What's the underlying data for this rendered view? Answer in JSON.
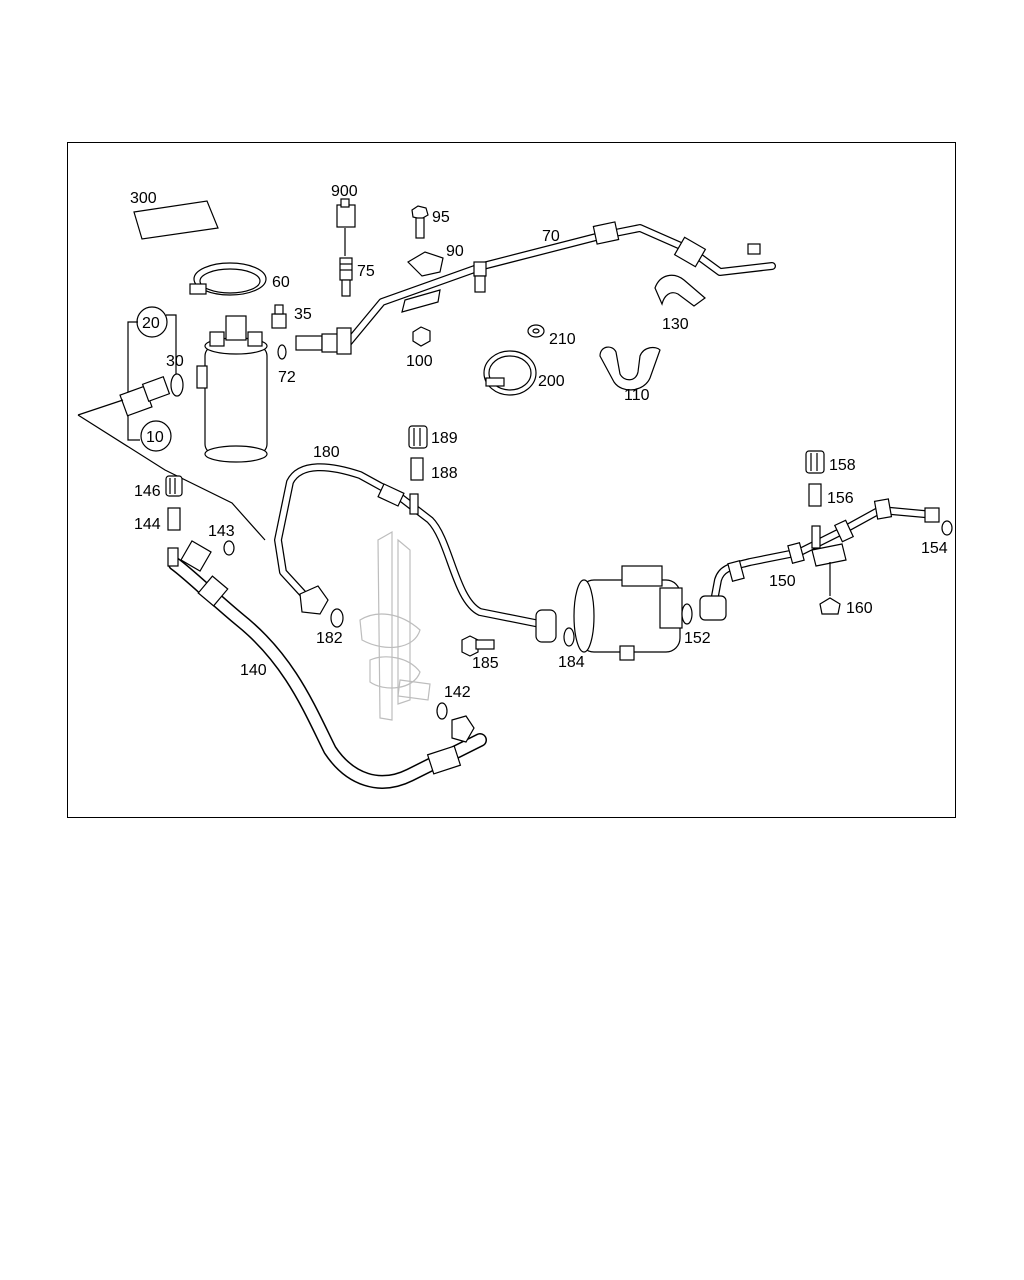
{
  "diagram": {
    "callouts": [
      {
        "id": "c300",
        "text": "300"
      },
      {
        "id": "c900",
        "text": "900"
      },
      {
        "id": "c95",
        "text": "95"
      },
      {
        "id": "c70",
        "text": "70"
      },
      {
        "id": "c90",
        "text": "90"
      },
      {
        "id": "c75",
        "text": "75"
      },
      {
        "id": "c60",
        "text": "60"
      },
      {
        "id": "c35",
        "text": "35"
      },
      {
        "id": "c20",
        "text": "20"
      },
      {
        "id": "c30",
        "text": "30"
      },
      {
        "id": "c72",
        "text": "72"
      },
      {
        "id": "c100",
        "text": "100"
      },
      {
        "id": "c210",
        "text": "210"
      },
      {
        "id": "c200",
        "text": "200"
      },
      {
        "id": "c130",
        "text": "130"
      },
      {
        "id": "c110",
        "text": "110"
      },
      {
        "id": "c10",
        "text": "10"
      },
      {
        "id": "c180",
        "text": "180"
      },
      {
        "id": "c189",
        "text": "189"
      },
      {
        "id": "c188",
        "text": "188"
      },
      {
        "id": "c146",
        "text": "146"
      },
      {
        "id": "c144",
        "text": "144"
      },
      {
        "id": "c143",
        "text": "143"
      },
      {
        "id": "c158",
        "text": "158"
      },
      {
        "id": "c156",
        "text": "156"
      },
      {
        "id": "c154",
        "text": "154"
      },
      {
        "id": "c150",
        "text": "150"
      },
      {
        "id": "c160",
        "text": "160"
      },
      {
        "id": "c182",
        "text": "182"
      },
      {
        "id": "c185",
        "text": "185"
      },
      {
        "id": "c184",
        "text": "184"
      },
      {
        "id": "c152",
        "text": "152"
      },
      {
        "id": "c140",
        "text": "140"
      },
      {
        "id": "c142",
        "text": "142"
      }
    ]
  }
}
